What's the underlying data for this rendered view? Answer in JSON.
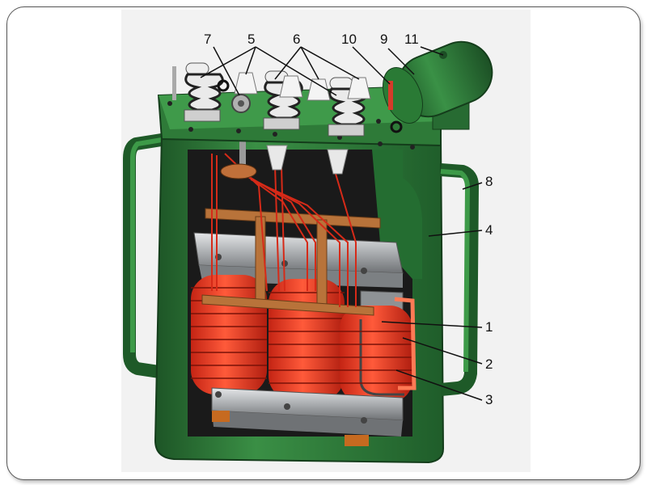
{
  "labels": {
    "l1": "1",
    "l2": "2",
    "l3": "3",
    "l4": "4",
    "l5": "5",
    "l6": "6",
    "l7": "7",
    "l8": "8",
    "l9": "9",
    "l10": "10",
    "l11": "11"
  },
  "colors": {
    "tank": "#2f7d3a",
    "tank_dark": "#1e5a28",
    "coil": "#e0301e",
    "yoke": "#b9bcbf",
    "frame": "#b8733a",
    "interior": "#1a1a1a"
  }
}
